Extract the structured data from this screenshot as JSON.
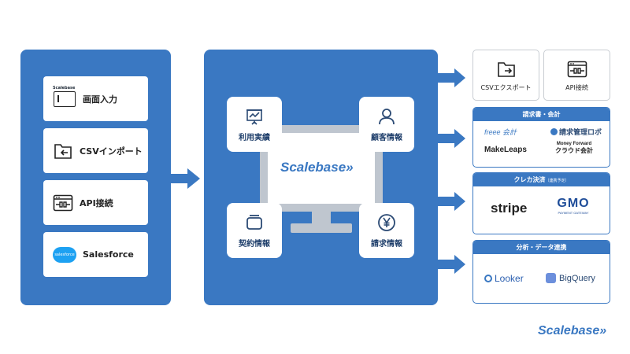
{
  "inputs": [
    {
      "label": "画面入力",
      "icon_name": "scalebase-screen-icon",
      "icon_text": "Scalebase"
    },
    {
      "label": "CSVインポート",
      "icon_name": "csv-import-icon"
    },
    {
      "label": "API接続",
      "icon_name": "api-icon"
    },
    {
      "label": "Salesforce",
      "icon_name": "salesforce-logo",
      "icon_text": "salesforce"
    }
  ],
  "center": {
    "logo": "Scalebase»",
    "features": [
      {
        "label": "利用実績",
        "icon_name": "presentation-chart-icon"
      },
      {
        "label": "顧客情報",
        "icon_name": "user-icon"
      },
      {
        "label": "契約情報",
        "icon_name": "contract-box-icon"
      },
      {
        "label": "請求情報",
        "icon_name": "yen-icon"
      }
    ]
  },
  "outputs": {
    "csv_export": "CSVエクスポート",
    "api": "API接続",
    "billing": {
      "title": "請求書・会計",
      "logos": {
        "freee": "freee 会計",
        "seikyu_robo": "請求管理ロボ",
        "makeleaps": "MakeLeaps",
        "moneyforward_top": "Money Forward",
        "moneyforward_bottom": "クラウド会計"
      }
    },
    "payment": {
      "title": "クレカ決済",
      "title_note": "（連携予定）",
      "logos": {
        "stripe": "stripe",
        "gmo": "GMO",
        "gmo_sub": "PAYMENT GATEWAY"
      }
    },
    "analytics": {
      "title": "分析・データ連携",
      "logos": {
        "looker": "Looker",
        "bigquery": "BigQuery"
      }
    }
  },
  "footer_logo": "Scalebase»",
  "colors": {
    "brand_blue": "#3a78c2",
    "panel_text": "#1f3f6b"
  }
}
